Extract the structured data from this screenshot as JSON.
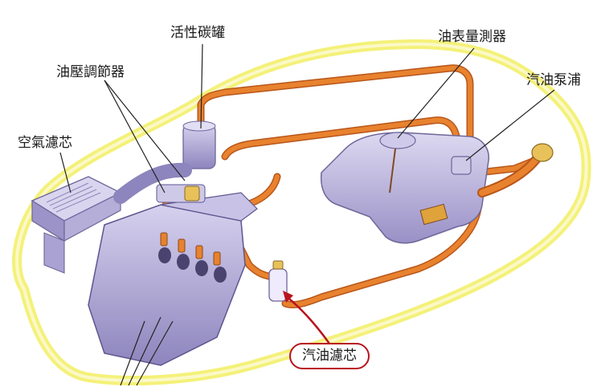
{
  "labels": {
    "carbon_canister": "活性碳罐",
    "fuel_pressure_regulator": "油壓調節器",
    "air_filter": "空氣濾芯",
    "fuel_gauge_sensor": "油表量測器",
    "fuel_pump": "汽油泵浦",
    "fuel_filter": "汽油濾芯"
  },
  "colors": {
    "car_outline_glow": "#f3ef6a",
    "car_outline_core": "#fbf9c8",
    "fuel_line": "#e8822e",
    "fuel_line_edge": "#b8561a",
    "component_body": "#b9b3d9",
    "component_shadow": "#7b72a8",
    "callout_arrow": "#b8141e",
    "leader_line": "#222222"
  },
  "icons": [
    "car-body-outline",
    "engine-block",
    "fuel-tank",
    "air-filter-box",
    "carbon-canister",
    "fuel-filter",
    "fuel-pump",
    "fuel-filler-neck"
  ]
}
